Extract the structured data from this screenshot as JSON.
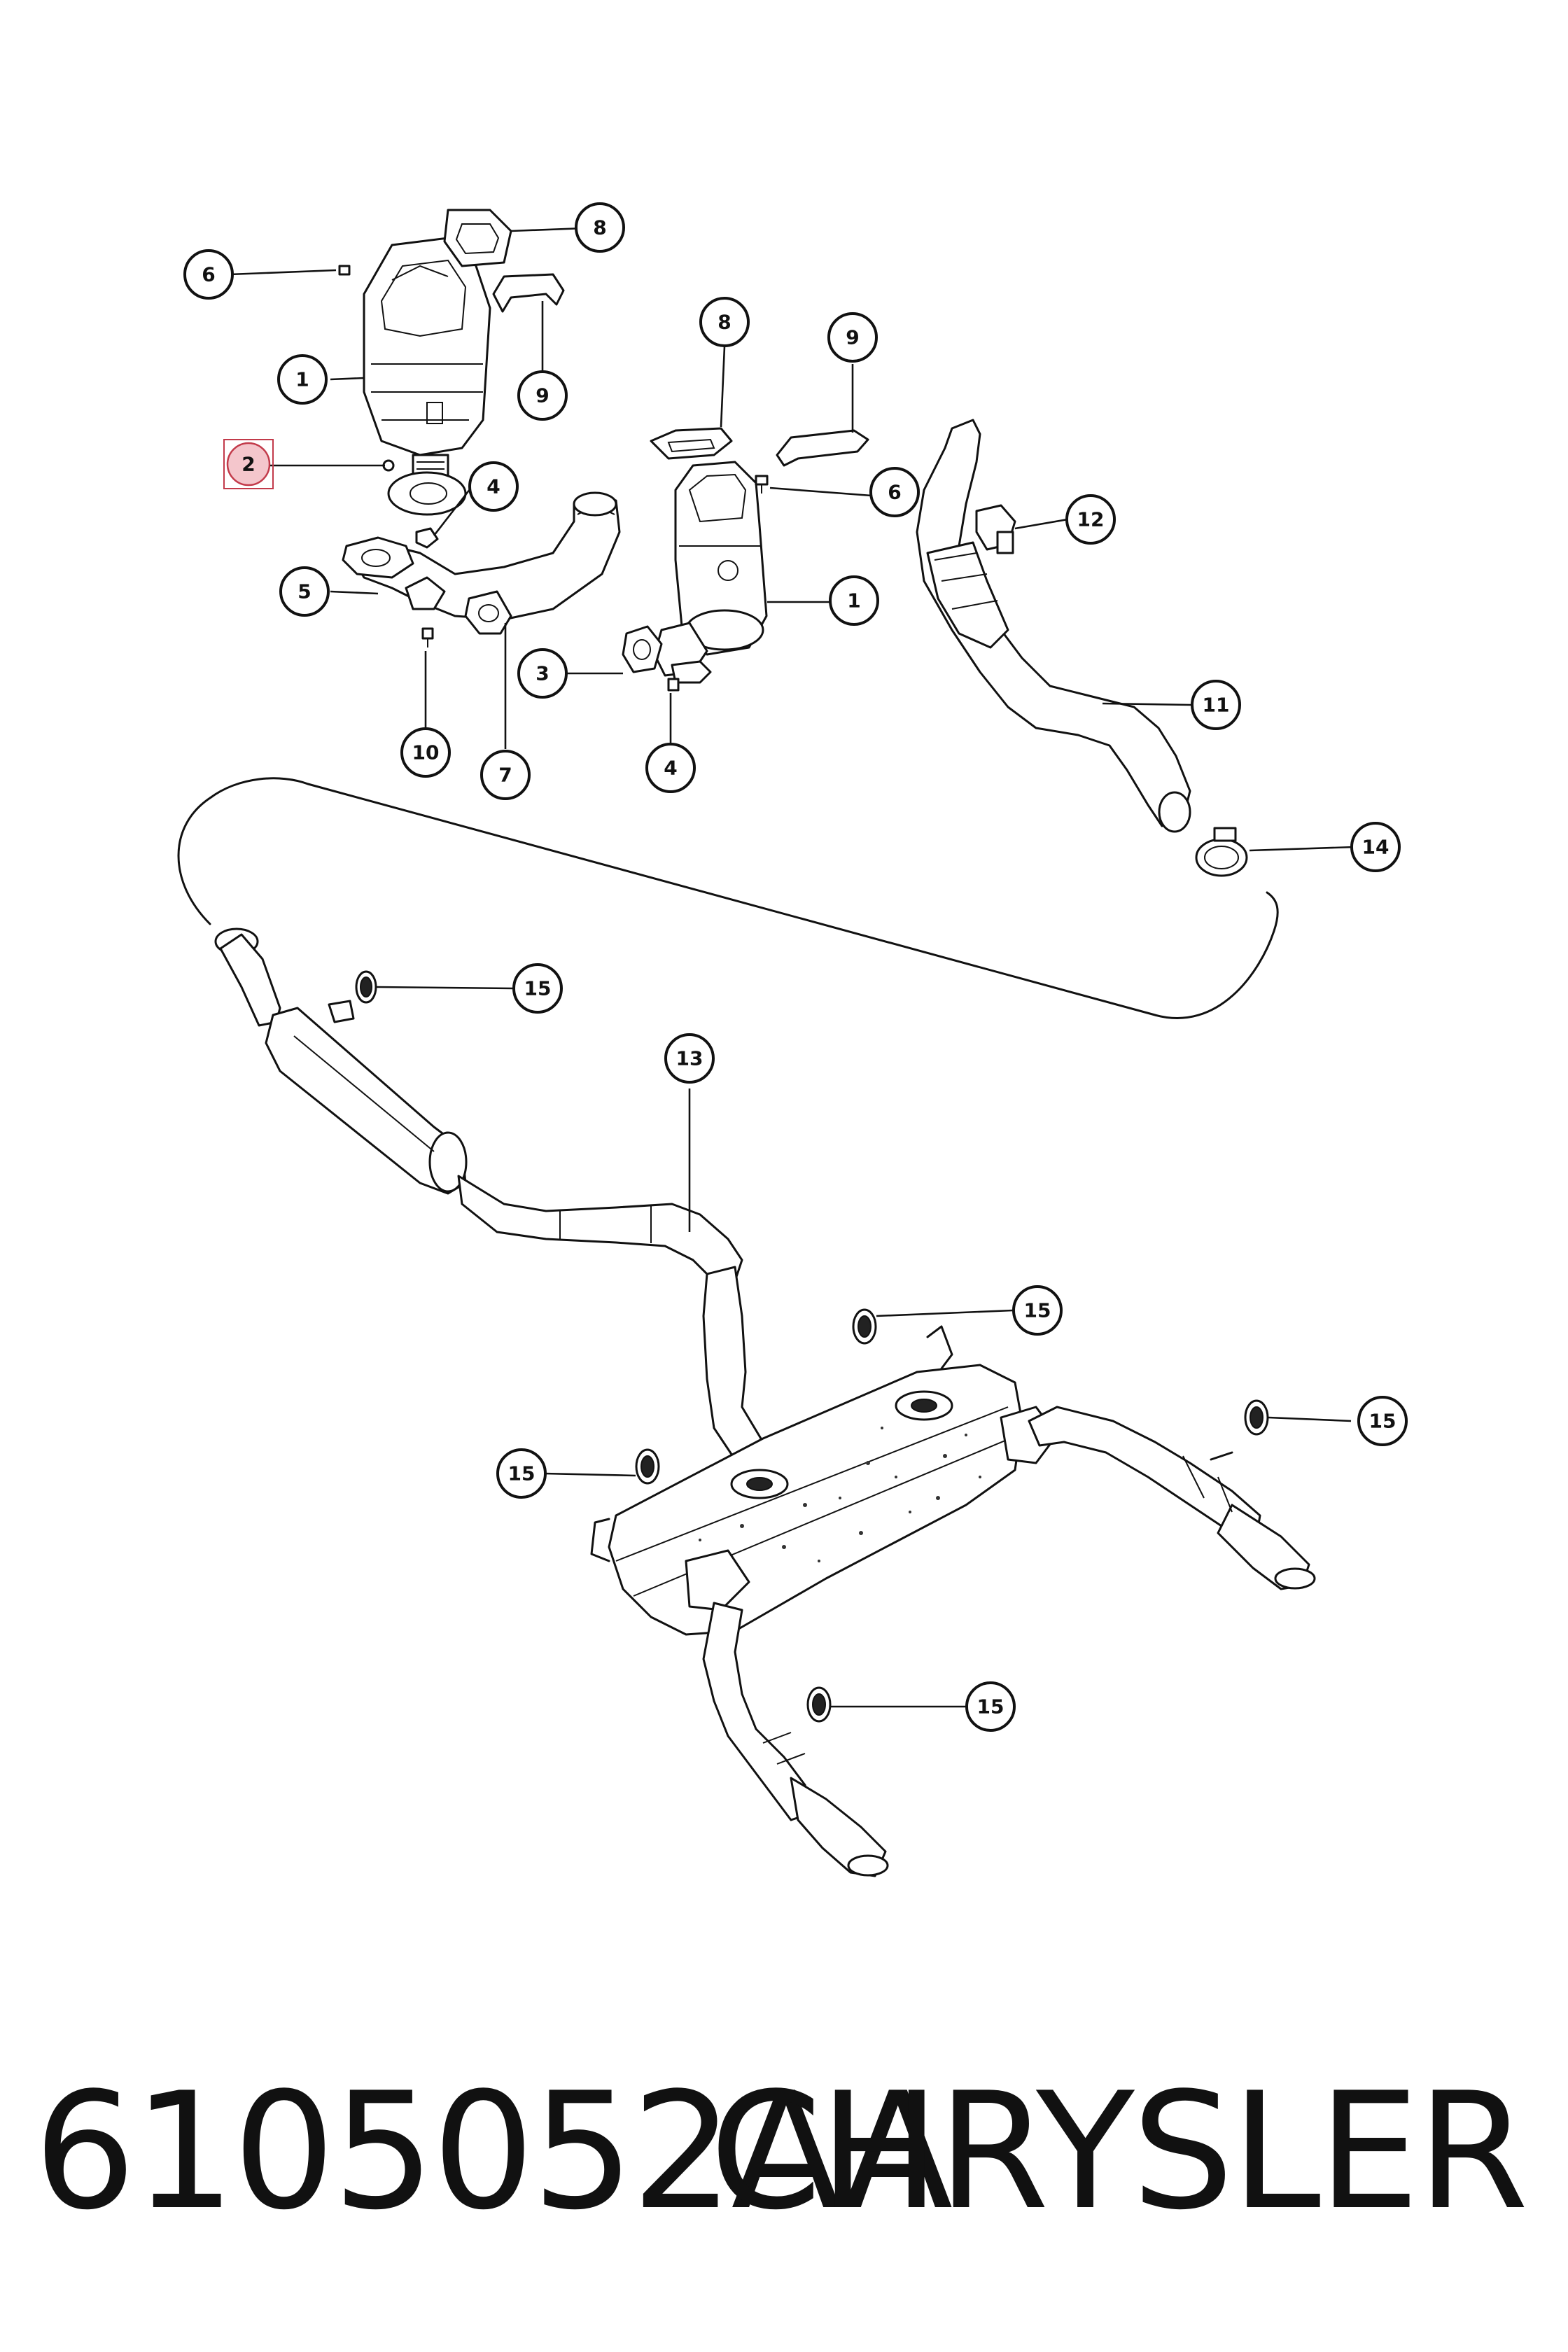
{
  "callouts": [
    {
      "id": "c6a",
      "label": "6"
    },
    {
      "id": "c8a",
      "label": "8"
    },
    {
      "id": "c9a",
      "label": "9"
    },
    {
      "id": "c1a",
      "label": "1"
    },
    {
      "id": "c2",
      "label": "2"
    },
    {
      "id": "c4a",
      "label": "4"
    },
    {
      "id": "c5",
      "label": "5"
    },
    {
      "id": "c10",
      "label": "10"
    },
    {
      "id": "c7",
      "label": "7"
    },
    {
      "id": "c3",
      "label": "3"
    },
    {
      "id": "c4b",
      "label": "4"
    },
    {
      "id": "c1b",
      "label": "1"
    },
    {
      "id": "c6b",
      "label": "6"
    },
    {
      "id": "c8b",
      "label": "8"
    },
    {
      "id": "c9b",
      "label": "9"
    },
    {
      "id": "c11",
      "label": "11"
    },
    {
      "id": "c12",
      "label": "12"
    },
    {
      "id": "c14",
      "label": "14"
    },
    {
      "id": "c15a",
      "label": "15"
    },
    {
      "id": "c13",
      "label": "13"
    },
    {
      "id": "c15b",
      "label": "15"
    },
    {
      "id": "c15c",
      "label": "15"
    },
    {
      "id": "c15d",
      "label": "15"
    },
    {
      "id": "c15e",
      "label": "15"
    }
  ],
  "highlighted_callout": "2",
  "footer": {
    "part_number": "6105052AA",
    "brand": "CHRYSLER"
  }
}
